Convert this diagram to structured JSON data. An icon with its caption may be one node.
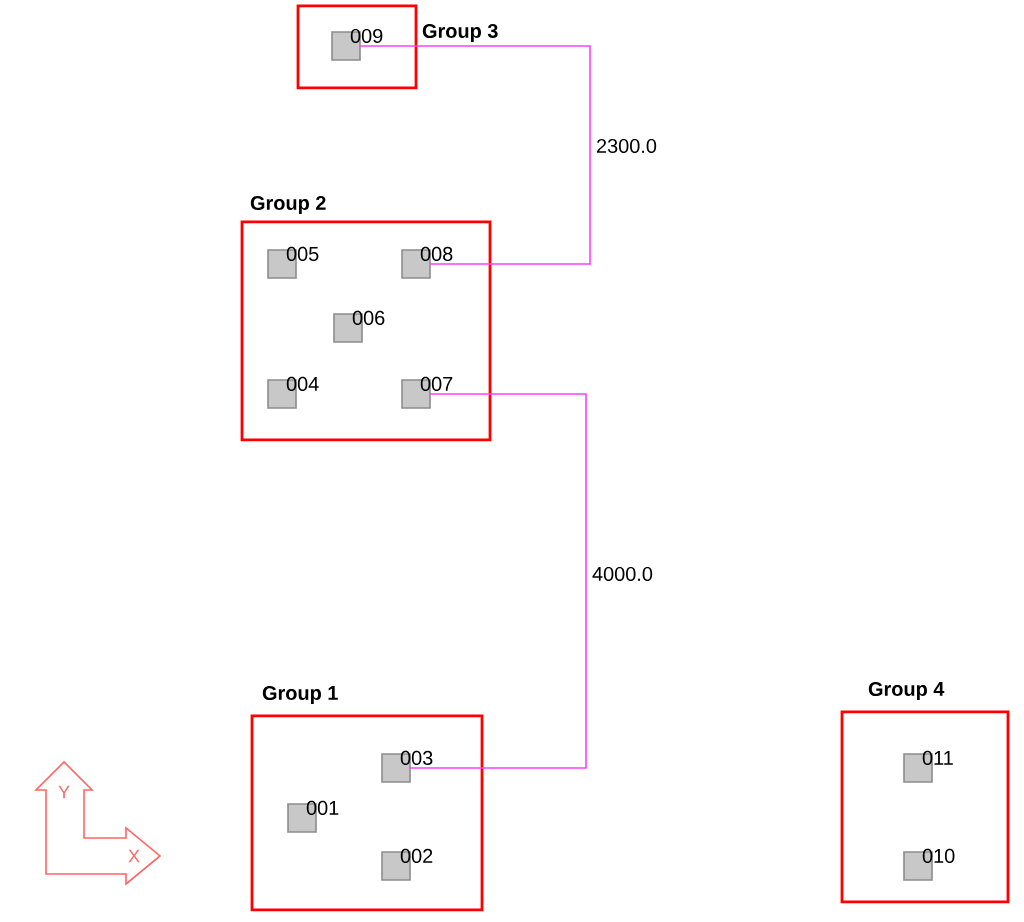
{
  "diagram": {
    "nodes": [
      {
        "text": [
          "Group 3"
        ]
      },
      {
        "text": [
          "009"
        ],
        "in": 0
      },
      {
        "text": [
          "Group 2"
        ]
      },
      {
        "text": [
          "005"
        ],
        "in": 2
      },
      {
        "text": [
          "008"
        ],
        "in": 2
      },
      {
        "text": [
          "006"
        ],
        "in": 2
      },
      {
        "text": [
          "004"
        ],
        "in": 2
      },
      {
        "text": [
          "007"
        ],
        "in": 2
      },
      {
        "text": [
          "Group 1"
        ]
      },
      {
        "text": [
          "003"
        ],
        "in": 8
      },
      {
        "text": [
          "001"
        ],
        "in": 8
      },
      {
        "text": [
          "002"
        ],
        "in": 8
      },
      {
        "text": [
          "Group 4"
        ]
      },
      {
        "text": [
          "011"
        ],
        "in": 12
      },
      {
        "text": [
          "010"
        ],
        "in": 12
      }
    ],
    "edges": [
      {
        "from": 1,
        "to": 4,
        "arrow": "none",
        "label": "2300.0"
      },
      {
        "from": 7,
        "to": 9,
        "arrow": "none",
        "label": "4000.0"
      }
    ],
    "labels": [
      "Y",
      "X"
    ]
  }
}
